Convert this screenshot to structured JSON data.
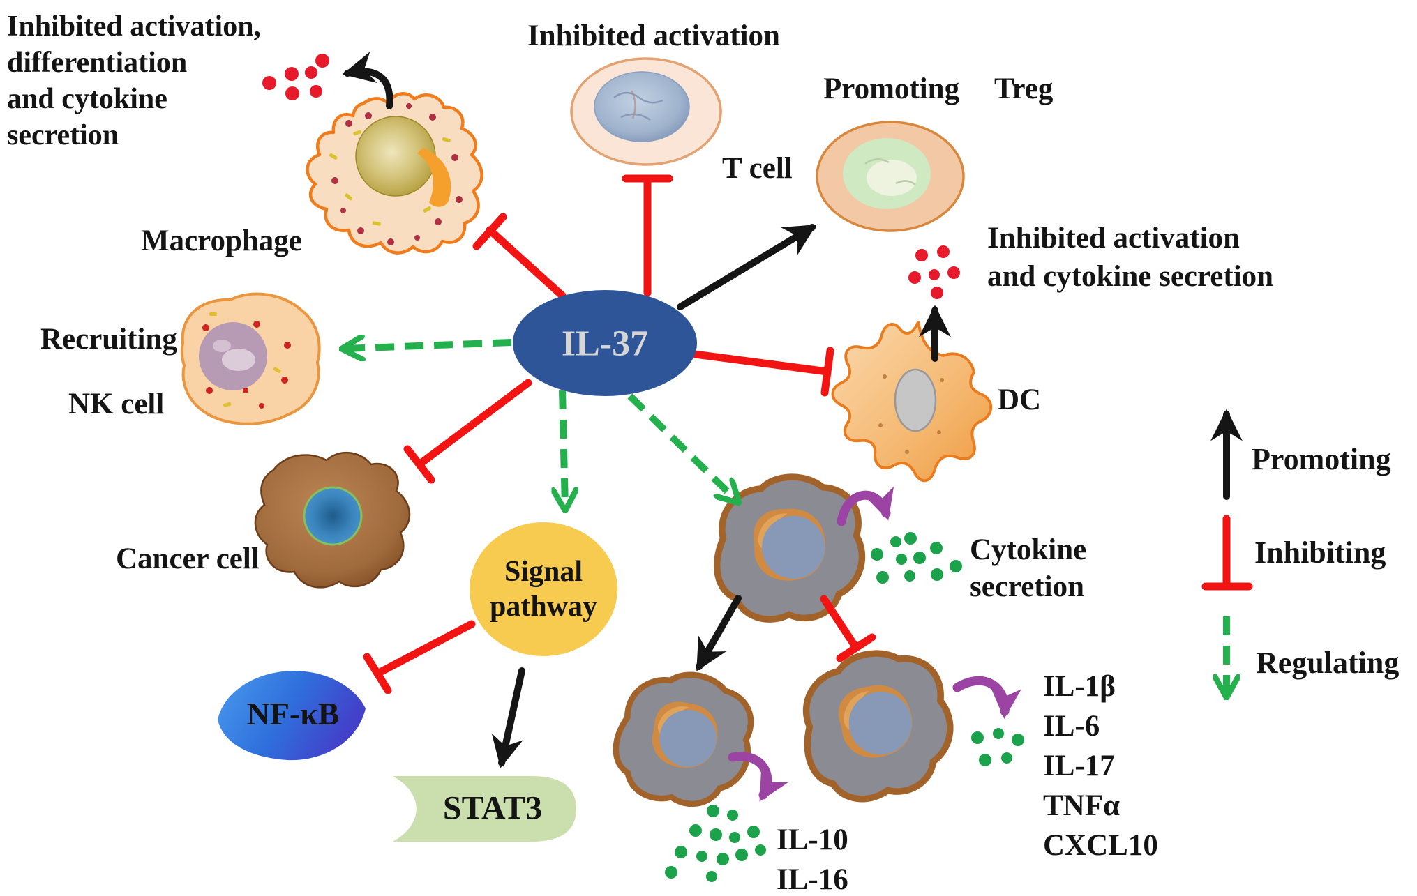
{
  "figure": {
    "center": {
      "label": "IL-37"
    },
    "labels": {
      "macrophage": "Macrophage",
      "t_cell": "T cell",
      "treg_action": "Promoting",
      "treg": "Treg",
      "dc": "DC",
      "nk_action": "Recruiting",
      "nk": "NK cell",
      "cancer": "Cancer cell",
      "signal_line1": "Signal",
      "signal_line2": "pathway",
      "nfkb": "NF-κB",
      "stat3": "STAT3"
    },
    "notes": {
      "macrophage_note": [
        "Inhibited activation,",
        "differentiation",
        "and cytokine",
        "secretion"
      ],
      "tcell_note": "Inhibited activation",
      "dc_note": [
        "Inhibited activation",
        "and cytokine secretion"
      ],
      "cytokine_note": [
        "Cytokine",
        "secretion"
      ],
      "anti_inflammatory": [
        "IL-10",
        "IL-16"
      ],
      "pro_inflammatory": [
        "IL-1β",
        "IL-6",
        "IL-17",
        "TNFα",
        "CXCL10"
      ]
    },
    "legend": {
      "promoting": "Promoting",
      "inhibiting": "Inhibiting",
      "regulating": "Regulating"
    },
    "colors": {
      "il37_fill": "#2E5597",
      "il37_text": "#D6D6D6",
      "signal_fill": "#F7CB4F",
      "stat3_fill": "#CBDFAE",
      "nfkb_fill_light": "#4A9BEE",
      "nfkb_fill_dark": "#4340C9",
      "promote_arrow": "#151515",
      "inhibit_arrow": "#F21313",
      "regulate_arrow": "#24B14D",
      "secretion_arrow": "#9C44A4",
      "cytokine_dot": "#1CA24B",
      "mediator_dot": "#E61A2B"
    }
  }
}
